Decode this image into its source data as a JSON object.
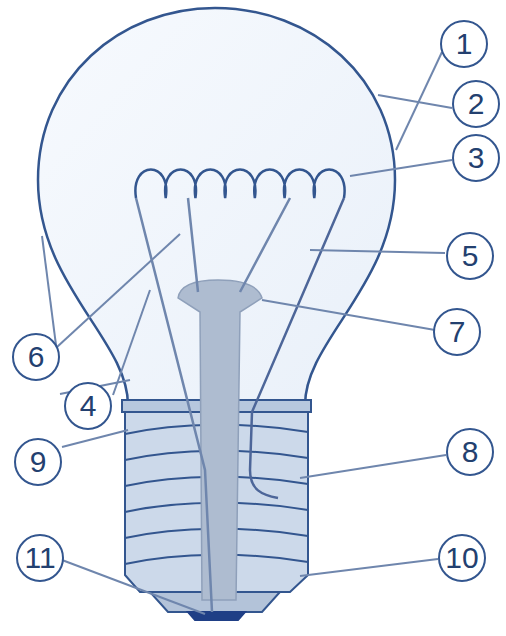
{
  "diagram": {
    "labels": [
      "1",
      "2",
      "3",
      "6",
      "5",
      "4",
      "7",
      "9",
      "8",
      "11",
      "10"
    ]
  }
}
